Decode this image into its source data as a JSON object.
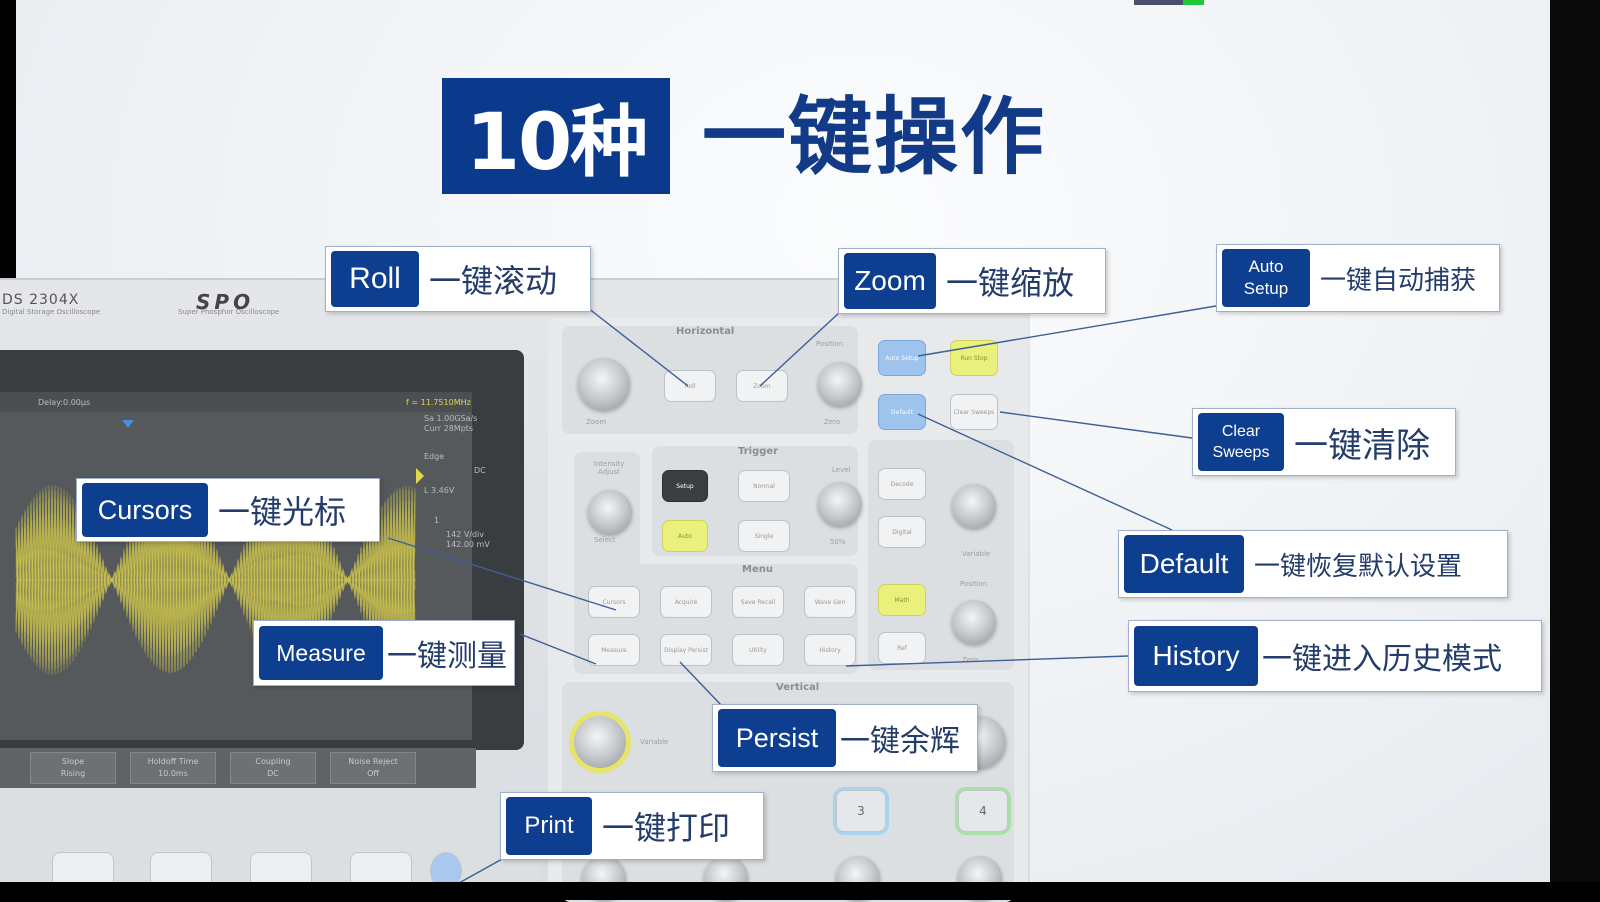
{
  "title": {
    "badge": "10种",
    "text": "一键操作"
  },
  "scope": {
    "model": "DS 2304X",
    "model_sub": "Digital Storage Oscilloscope",
    "logo": "SPO",
    "logo_sub": "Super Phosphor Oscilloscope",
    "screen": {
      "delay": "Delay:0.00μs",
      "freq": "f = 11.7510MHz",
      "sa": "Sa 1.00GSa/s",
      "curr": "Curr 28Mpts",
      "trigger": "Edge",
      "coupling_dc": "DC",
      "level": "L 3.46V",
      "channel_info": "1",
      "scale1": "142 V/div",
      "scale2": "142.00 mV",
      "softkeys": [
        {
          "title": "Slope",
          "value": "Rising"
        },
        {
          "title": "Holdoff Time",
          "value": "10.0ms"
        },
        {
          "title": "Coupling",
          "value": "DC"
        },
        {
          "title": "Noise Reject",
          "value": "Off"
        }
      ]
    },
    "panel": {
      "horizontal": "Horizontal",
      "position": "Position",
      "zoom_label": "Zoom",
      "zero_label": "Zero",
      "trigger": "Trigger",
      "level": "Level",
      "setup": "Setup",
      "normal": "Normal",
      "auto": "Auto",
      "single": "Single",
      "intensity": "Intensity Adjust",
      "select": "Select",
      "menu": "Menu",
      "cursors": "Cursors",
      "acquire": "Acquire",
      "save_recall": "Save Recall",
      "wave_gen": "Wave Gen",
      "measure": "Measure",
      "display_persist": "Display Persist",
      "utility": "Utility",
      "history": "History",
      "vertical": "Vertical",
      "variable": "Variable",
      "auto_setup": "Auto Setup",
      "run_stop": "Run Stop",
      "default": "Default",
      "clear_sweeps": "Clear Sweeps",
      "decode": "Decode",
      "digital": "Digital",
      "math": "Math",
      "ref": "Ref",
      "ch3": "3",
      "ch4": "4",
      "fifty": "50%"
    }
  },
  "callouts": {
    "roll": {
      "key": "Roll",
      "desc": "一键滚动"
    },
    "zoom": {
      "key": "Zoom",
      "desc": "一键缩放"
    },
    "auto_setup": {
      "key": "Auto Setup",
      "desc": "一键自动捕获"
    },
    "clear_sweeps": {
      "key": "Clear Sweeps",
      "desc": "一键清除"
    },
    "default": {
      "key": "Default",
      "desc": "一键恢复默认设置"
    },
    "history": {
      "key": "History",
      "desc": "一键进入历史模式"
    },
    "cursors": {
      "key": "Cursors",
      "desc": "一键光标"
    },
    "measure": {
      "key": "Measure",
      "desc": "一键测量"
    },
    "persist": {
      "key": "Persist",
      "desc": "一键余辉"
    },
    "print": {
      "key": "Print",
      "desc": "一键打印"
    }
  },
  "colors": {
    "brand_blue": "#0d3e8f",
    "title_blue": "#123a86",
    "waveform_yellow": "#e3d84a",
    "button_blue": "#9ec3ec",
    "button_yellow": "#eaf07c"
  }
}
